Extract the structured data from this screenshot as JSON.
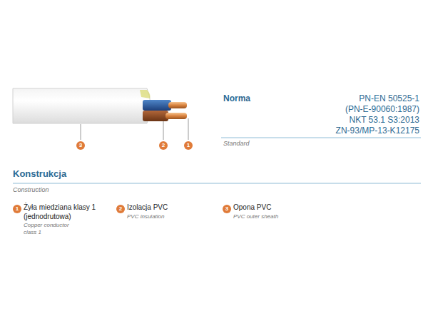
{
  "diagram": {
    "labels": [
      "Norma",
      "PN-EN 50525-1",
      "(PN-E-90060:1987)",
      "NKT 53.1 S3:2013",
      "ZN-93/MP-13-K12175",
      "Standard",
      "Konstrukcja",
      "Construction",
      "3",
      "2",
      "1",
      "1",
      "Żyła miedziana klasy 1 (jednodrutowa)",
      "Copper conductor class 1",
      "2",
      "Izolacja PVC",
      "PVC insulation",
      "3",
      "Opona PVC",
      "PVC outer sheath"
    ]
  }
}
